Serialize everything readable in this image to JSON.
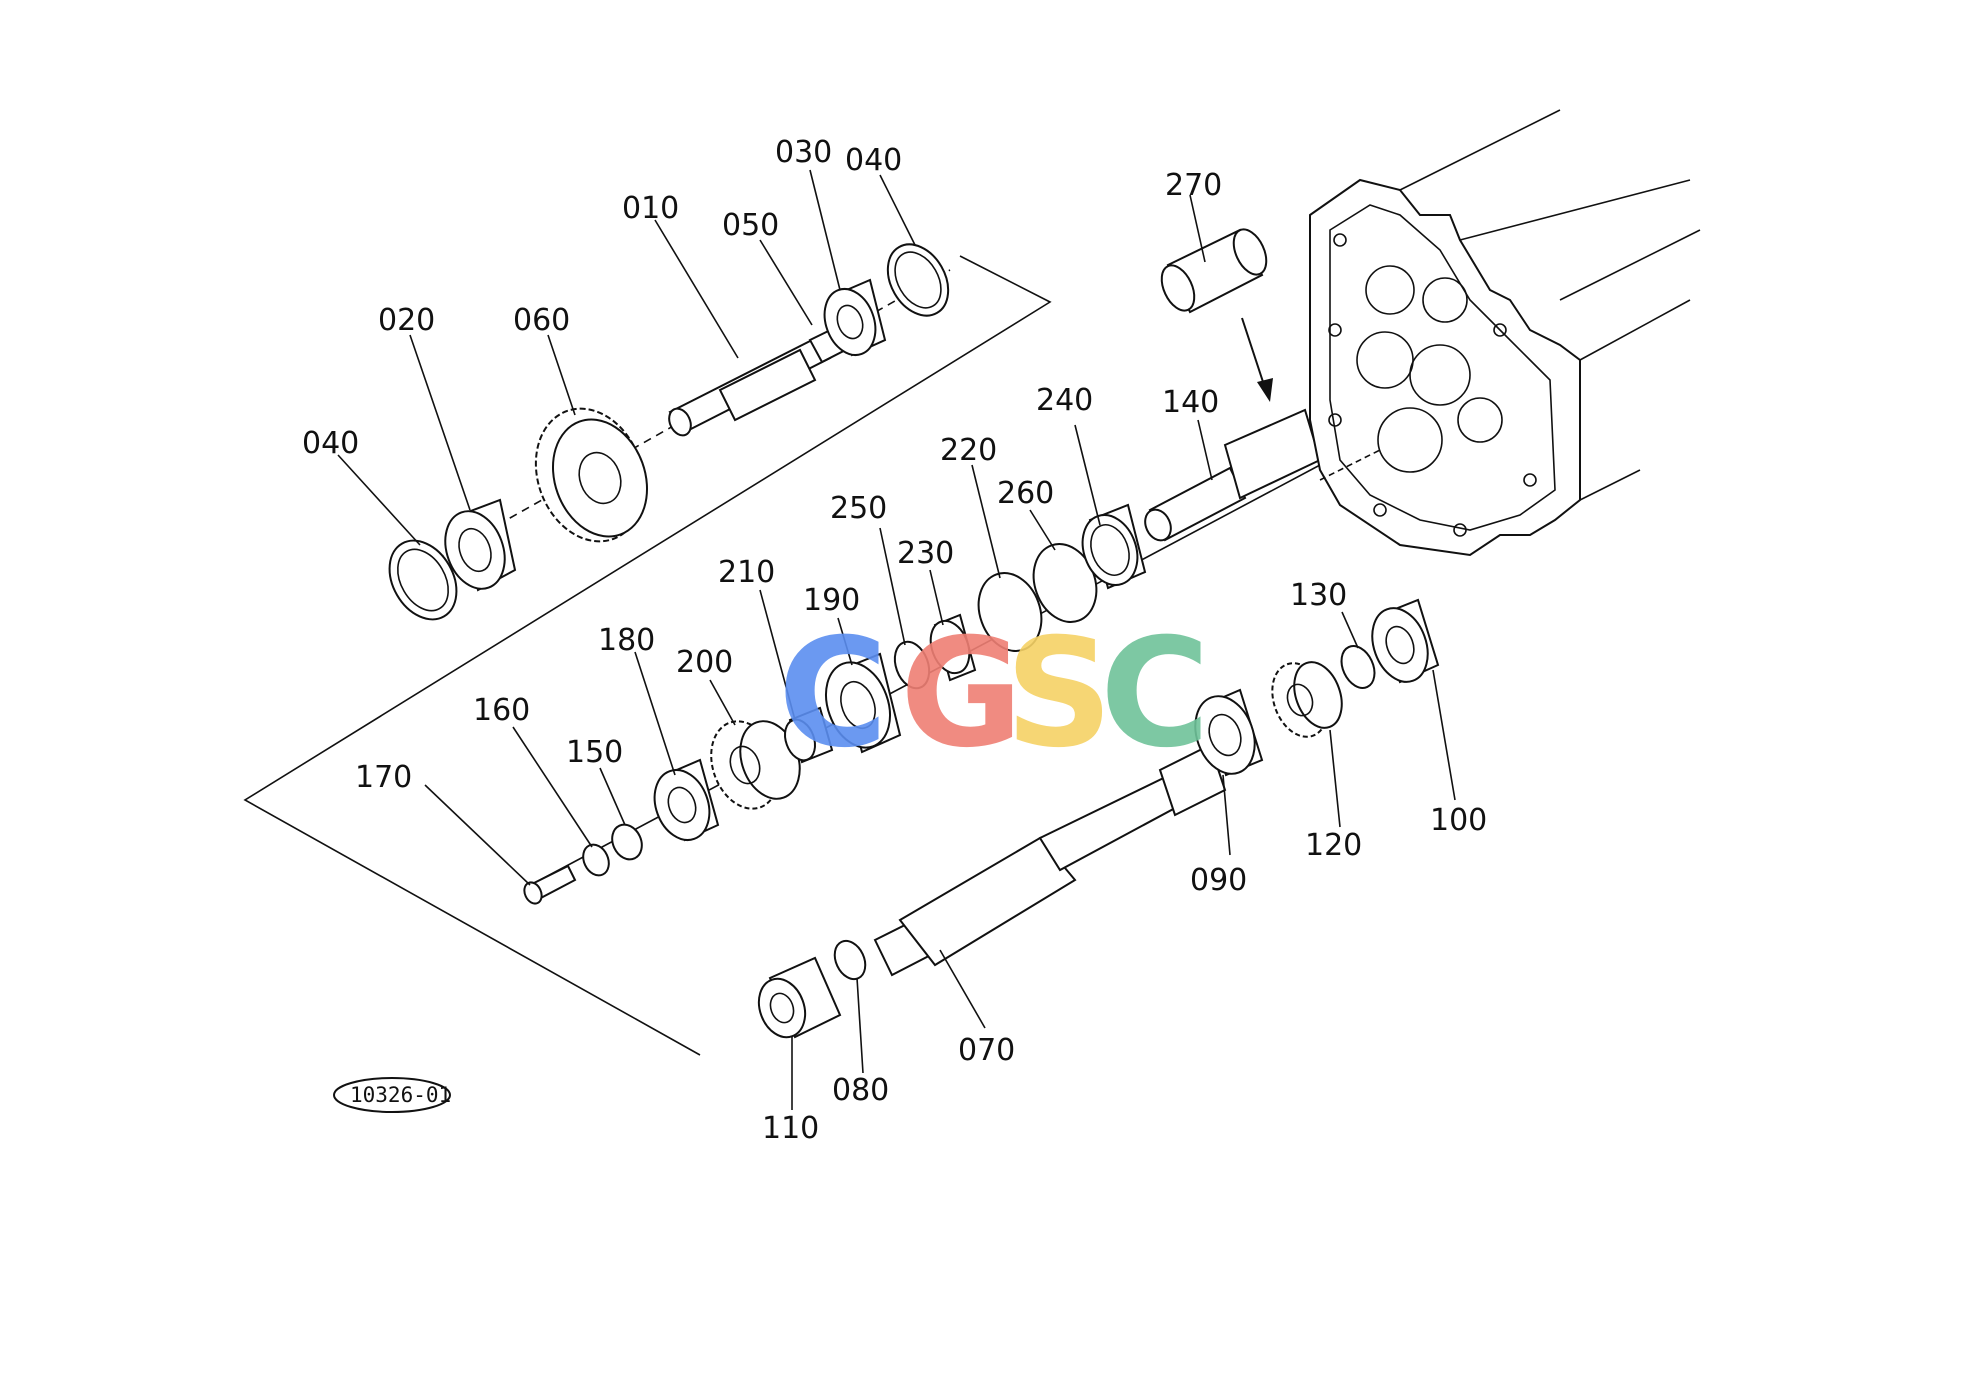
{
  "diagram": {
    "callouts": [
      "010",
      "020",
      "030",
      "040",
      "040",
      "050",
      "060",
      "070",
      "080",
      "090",
      "100",
      "110",
      "120",
      "130",
      "140",
      "150",
      "160",
      "170",
      "180",
      "190",
      "200",
      "210",
      "220",
      "230",
      "240",
      "250",
      "260",
      "270"
    ],
    "figure_code": "10326-01"
  },
  "watermark": {
    "letters": [
      "C",
      "G",
      "S",
      "C"
    ],
    "colors": [
      "#5b8ef0",
      "#ef7f74",
      "#f6d266",
      "#6fc39a"
    ]
  }
}
